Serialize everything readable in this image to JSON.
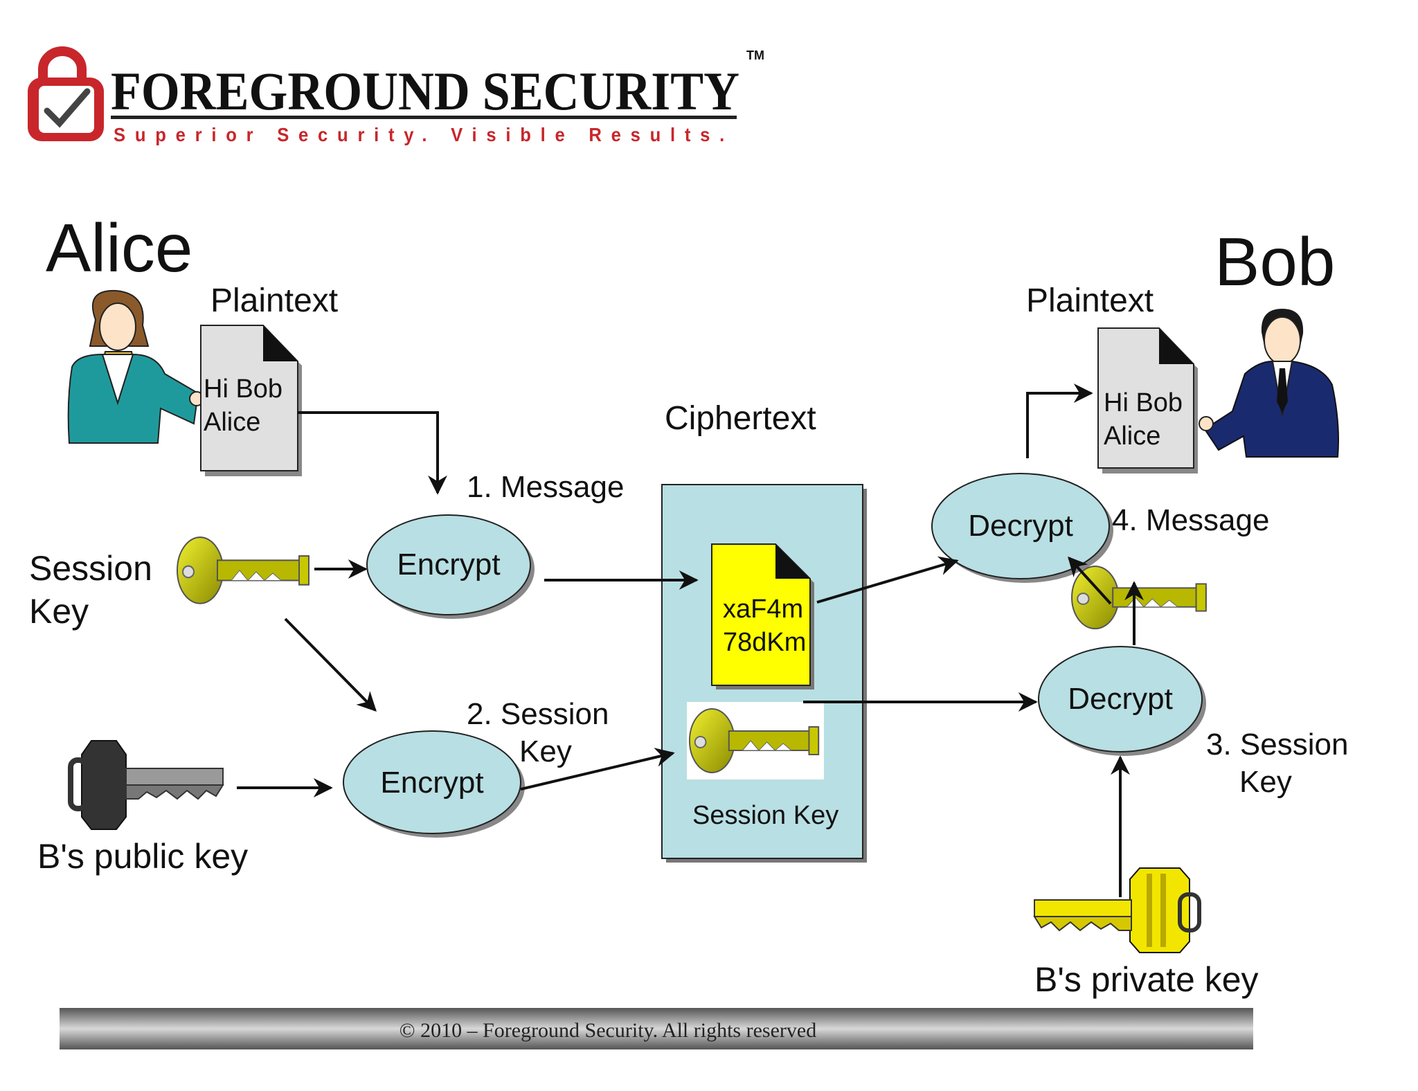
{
  "logo": {
    "name": "FOREGROUND SECURITY",
    "trademark": "TM",
    "tagline": "Superior Security. Visible Results."
  },
  "parties": {
    "sender": "Alice",
    "receiver": "Bob"
  },
  "documents": {
    "plaintext_label_left": "Plaintext",
    "plaintext_label_right": "Plaintext",
    "plaintext_line1": "Hi Bob",
    "plaintext_line2": "Alice",
    "ciphertext_label": "Ciphertext",
    "cipher_line1": "xaF4m",
    "cipher_line2": "78dKm",
    "cipher_session_key_label": "Session Key"
  },
  "nodes": {
    "encrypt_message": "Encrypt",
    "encrypt_key": "Encrypt",
    "decrypt_message": "Decrypt",
    "decrypt_key": "Decrypt"
  },
  "steps": {
    "step1": "1. Message",
    "step2_line1": "2. Session",
    "step2_line2": "Key",
    "step3_line1": "3. Session",
    "step3_line2": "Key",
    "step4": "4. Message"
  },
  "keys": {
    "session_key_line1": "Session",
    "session_key_line2": "Key",
    "public_key": "B's public key",
    "private_key": "B's private key"
  },
  "footer": {
    "copyright": "© 2010 – Foreground Security. All rights reserved"
  },
  "colors": {
    "brand_red": "#c8262b",
    "node_fill": "#b8dfe3",
    "cipher_box_fill": "#b8dfe3",
    "cipher_doc_fill": "#ffff00",
    "key_gold": "#c8c800",
    "key_yellow": "#f2e600",
    "alice_shirt": "#1f9a9c",
    "bob_suit": "#1a2a6e"
  }
}
